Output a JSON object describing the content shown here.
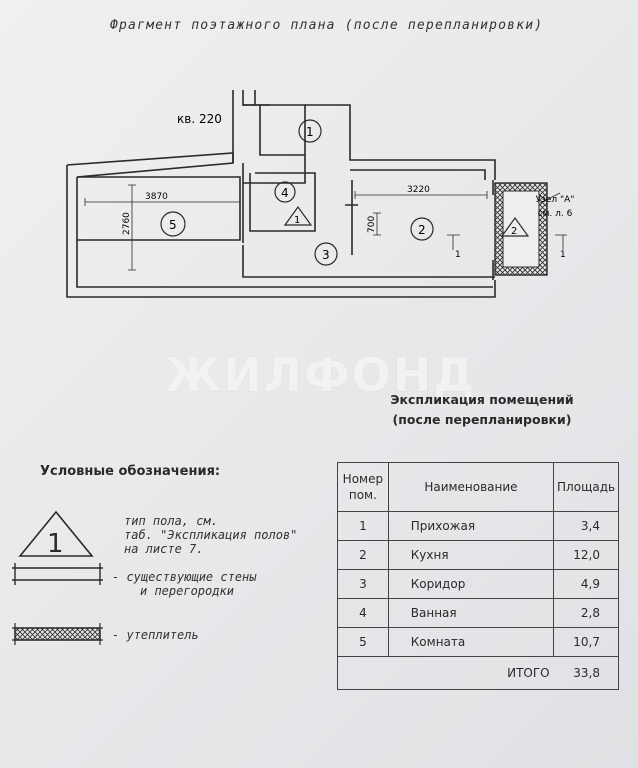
{
  "sheet_title": "Фрагмент поэтажного плана (после перепланировки)",
  "plan": {
    "apartment_label": "кв. 220",
    "dimensions": [
      "3870",
      "3220",
      "2760",
      "700"
    ],
    "node_label": "Узел \"А\"",
    "node_ref": "см. л. 6",
    "section_mark": "1",
    "floor_type_mark": "2",
    "rooms": [
      "1",
      "2",
      "3",
      "4",
      "5"
    ]
  },
  "watermark": "ЖИЛФОНД",
  "explication": {
    "title_line1": "Экспликация помещений",
    "title_line2": "(после перепланировки)",
    "headers": {
      "number_line1": "Номер",
      "number_line2": "пом.",
      "name": "Наименование",
      "area": "Площадь"
    },
    "rows": [
      {
        "num": "1",
        "name": "Прихожая",
        "area": "3,4"
      },
      {
        "num": "2",
        "name": "Кухня",
        "area": "12,0"
      },
      {
        "num": "3",
        "name": "Коридор",
        "area": "4,9"
      },
      {
        "num": "4",
        "name": "Ванная",
        "area": "2,8"
      },
      {
        "num": "5",
        "name": "Комната",
        "area": "10,7"
      }
    ],
    "total_label": "ИТОГО",
    "total_area": "33,8"
  },
  "legend": {
    "title": "Условные обозначения:",
    "floor_mark": "1",
    "floor_desc_line1": "тип пола, см.",
    "floor_desc_line2": "таб. \"Экспликация полов\"",
    "floor_desc_line3": "на листе 7.",
    "walls_line1": "- существующие стены",
    "walls_line2": "и перегородки",
    "insulation": "- утеплитель"
  }
}
